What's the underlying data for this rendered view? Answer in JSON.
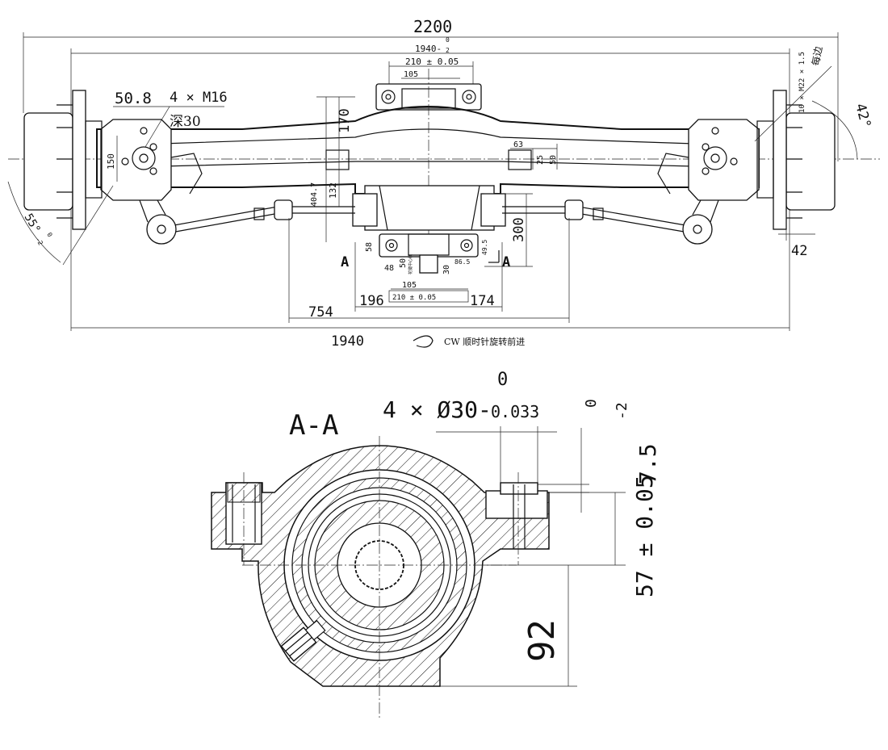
{
  "top_view": {
    "dims": {
      "overall_2200": "2200",
      "track_1940_tol": "1940-",
      "track_tol_upper": "0",
      "track_tol_lower": "2",
      "bolt_spacing_210": "210 ± 0.05",
      "bolt_spacing_105": "105",
      "pad_50_8": "50.8",
      "thread_4xM16": "4 × M16",
      "depth_30": "深30",
      "height_170": "170",
      "dim_150": "150",
      "dim_404_7": "404.7",
      "dim_132": "132",
      "dim_63": "63",
      "dim_25": "25",
      "dim_50_right": "50",
      "dim_300": "300",
      "dim_58": "58",
      "dim_48": "48",
      "dim_50_bottom": "50",
      "dim_30": "30",
      "dim_86_5": "86.5",
      "dim_49_5": "49.5",
      "small_note": "花键中心线",
      "lower_105": "105",
      "lower_210": "210 ± 0.05",
      "dim_754": "754",
      "dim_196": "196",
      "dim_174": "174",
      "dim_1940_bottom": "1940",
      "dim_42": "42",
      "angle_42": "42°",
      "angle_55": "55°",
      "angle_55_tol": "-2",
      "angle_55_tol0": "0",
      "stud_spec": "10 × M22 × 1.5",
      "each_side": "每边",
      "section_A_left": "A",
      "section_A_right": "A",
      "rotation_note": "CW 顺时针旋转前进"
    }
  },
  "section_view": {
    "title": "A-A",
    "bore_spec": "4 × Ø30-",
    "bore_tol_upper": "0",
    "bore_tol_lower": "0.033",
    "depth_spec": "7.5",
    "depth_tol_upper": "0",
    "depth_tol_lower": "-2",
    "height_57": "57 ± 0.05",
    "height_92": "92"
  }
}
